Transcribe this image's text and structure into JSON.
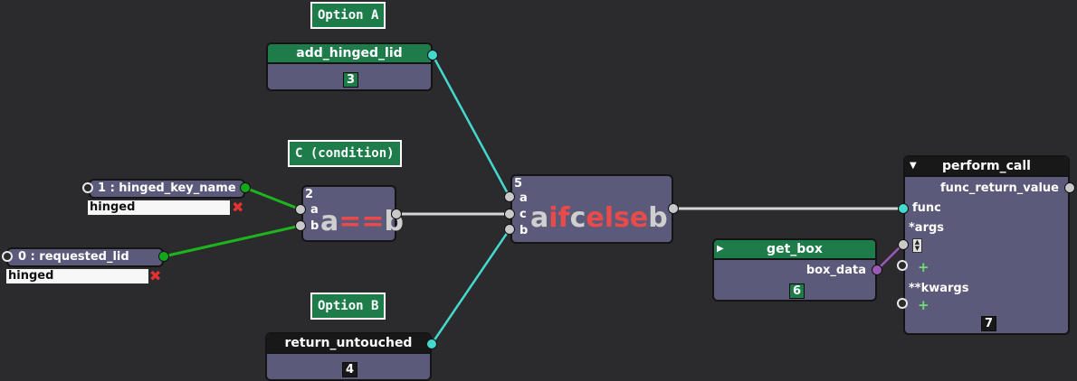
{
  "colors": {
    "background": "#2b2b2e",
    "node_body": "#5b5a7a",
    "header_green": "#1e7c4a",
    "header_black": "#181818",
    "wire_green": "#1db51d",
    "wire_cyan": "#45d8cc",
    "wire_gray": "#d6d6d6",
    "wire_purple": "#9b59b6",
    "operator_red": "#e94b4b"
  },
  "labels": {
    "option_a": "Option A",
    "condition": "C (condition)",
    "option_b": "Option B"
  },
  "nodes": {
    "add_hinged_lid": {
      "title": "add_hinged_lid",
      "id": "3"
    },
    "return_untouched": {
      "title": "return_untouched",
      "id": "4"
    },
    "hinged_key_name": {
      "title": "1 : hinged_key_name",
      "value": "hinged"
    },
    "requested_lid": {
      "title": "0 : requested_lid",
      "value": "hinged"
    },
    "compare": {
      "id": "2",
      "input_a": "a",
      "input_b": "b",
      "expr_a": "a",
      "expr_op": "==",
      "expr_b": "b"
    },
    "ternary": {
      "id": "5",
      "input_a": "a",
      "input_c": "c",
      "input_b": "b",
      "expr_a": "a",
      "expr_if": "if",
      "expr_c": "c",
      "expr_else": "else",
      "expr_b": "b"
    },
    "get_box": {
      "title": "get_box",
      "output": "box_data",
      "id": "6"
    },
    "perform_call": {
      "title": "perform_call",
      "output": "func_return_value",
      "func": "func",
      "args": "*args",
      "kwargs": "**kwargs",
      "id": "7",
      "add_symbol": "+"
    }
  },
  "icons": {
    "remove": "✖",
    "collapse": "▼",
    "expand": "▶",
    "stepper_up": "▲",
    "stepper_down": "▼"
  }
}
